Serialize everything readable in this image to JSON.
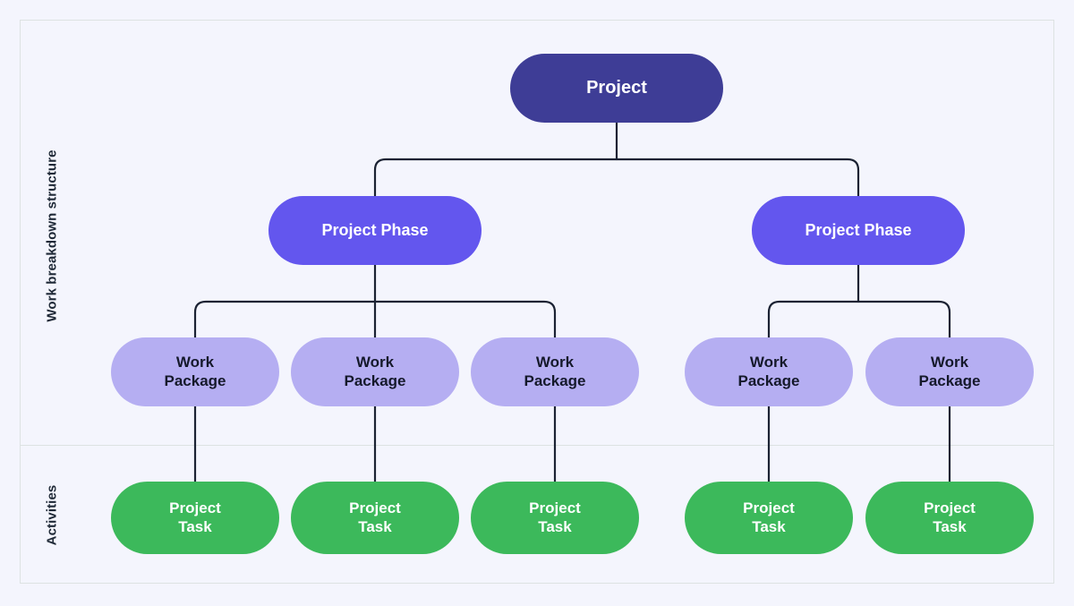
{
  "diagram": {
    "title": "Work breakdown structure",
    "type": "tree",
    "bands": [
      {
        "id": "wbs",
        "label": "Work breakdown structure"
      },
      {
        "id": "activities",
        "label": "Activities"
      }
    ],
    "colors": {
      "canvas": "#f4f5fd",
      "frame_border": "#dde2e2",
      "connector": "#1b2233",
      "root": "#3e3d96",
      "phase": "#6356ee",
      "package": "#b5aef2",
      "task": "#3cb95b",
      "text_light": "#ffffff",
      "text_dark": "#15192b"
    },
    "levels": [
      {
        "id": "level-root",
        "name": "Project",
        "band": "wbs"
      },
      {
        "id": "level-phase",
        "name": "Project Phase",
        "band": "wbs"
      },
      {
        "id": "level-package",
        "name": "Work Package",
        "band": "wbs"
      },
      {
        "id": "level-task",
        "name": "Project Task",
        "band": "activities"
      }
    ],
    "nodes": {
      "root": {
        "label": "Project"
      },
      "phases": [
        {
          "label": "Project Phase"
        },
        {
          "label": "Project Phase"
        }
      ],
      "packages": [
        {
          "label_line1": "Work",
          "label_line2": "Package"
        },
        {
          "label_line1": "Work",
          "label_line2": "Package"
        },
        {
          "label_line1": "Work",
          "label_line2": "Package"
        },
        {
          "label_line1": "Work",
          "label_line2": "Package"
        },
        {
          "label_line1": "Work",
          "label_line2": "Package"
        }
      ],
      "tasks": [
        {
          "label_line1": "Project",
          "label_line2": "Task"
        },
        {
          "label_line1": "Project",
          "label_line2": "Task"
        },
        {
          "label_line1": "Project",
          "label_line2": "Task"
        },
        {
          "label_line1": "Project",
          "label_line2": "Task"
        },
        {
          "label_line1": "Project",
          "label_line2": "Task"
        }
      ]
    }
  }
}
